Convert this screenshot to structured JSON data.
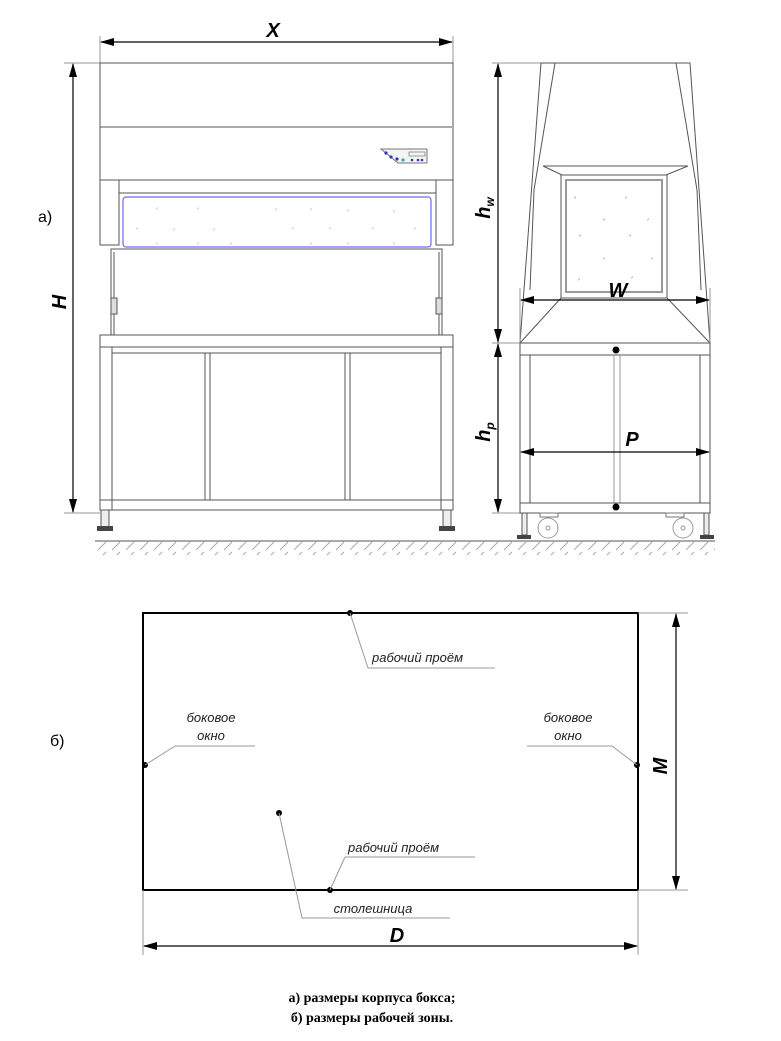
{
  "figure_a": {
    "label": "а)",
    "dimensions": {
      "X": "X",
      "H": "H",
      "W": "W",
      "P": "P",
      "hw": {
        "main": "h",
        "sub": "w"
      },
      "hp": {
        "main": "h",
        "sub": "p"
      }
    },
    "colors": {
      "glass": "#6a6af0",
      "lines": "#555555"
    }
  },
  "figure_b": {
    "label": "б)",
    "dimensions": {
      "M": "M",
      "D": "D"
    },
    "notes": {
      "work_opening_top": "рабочий проём",
      "side_window_left": [
        "боковое",
        "окно"
      ],
      "side_window_right": [
        "боковое",
        "окно"
      ],
      "work_opening_bottom": "рабочий проём",
      "worktop": "столешница"
    }
  },
  "caption": {
    "line1": "а) размеры корпуса бокса;",
    "line2": "б) размеры рабочей зоны."
  }
}
